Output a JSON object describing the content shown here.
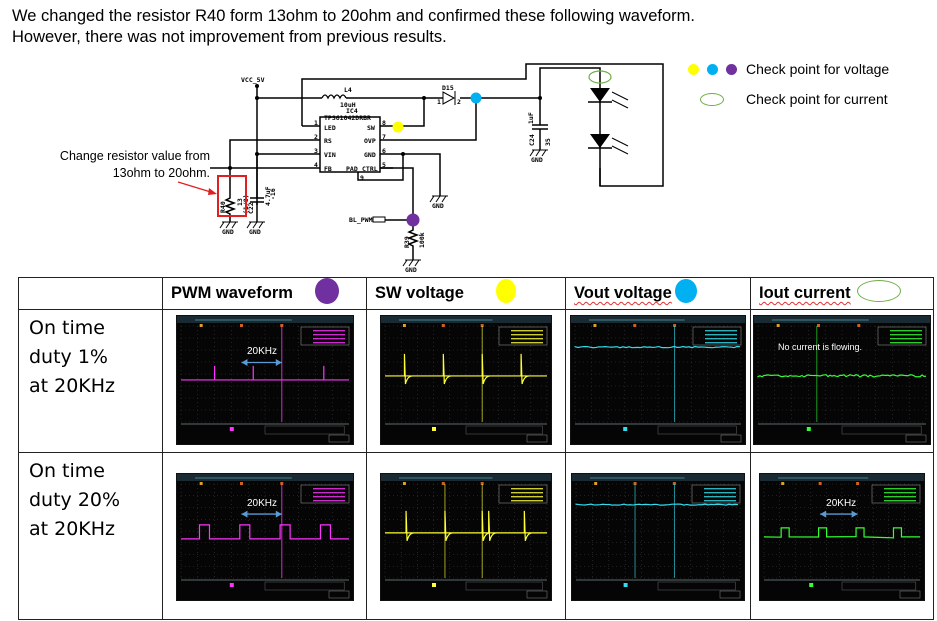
{
  "intro": {
    "line1": "We changed the resistor R40 form 13ohm to 20ohm and confirmed these following waveform.",
    "line2": "However, there was not improvement from previous results."
  },
  "schematic": {
    "vcc_label": "VCC_5V",
    "inductor_ref": "L4",
    "inductor_value": "10uH",
    "ic_ref": "IC4",
    "ic_part": "TPS61042DRBR",
    "diode_ref": "D15",
    "diode_pin1": "1",
    "diode_pin2": "2",
    "ic_pins_left": [
      {
        "num": "1",
        "name": "LED"
      },
      {
        "num": "2",
        "name": "RS"
      },
      {
        "num": "3",
        "name": "VIN"
      },
      {
        "num": "4",
        "name": "FB"
      }
    ],
    "ic_pins_right": [
      {
        "num": "8",
        "name": "SW"
      },
      {
        "num": "7",
        "name": "OVP"
      },
      {
        "num": "6",
        "name": "GND"
      },
      {
        "num": "5",
        "name": "CTRL"
      }
    ],
    "ic_pad": "PAD",
    "ic_pad_num": "9",
    "r40_ref": "R40",
    "r40_value": "13",
    "r40_tol": "(1/8)",
    "c22_ref": "C22",
    "c22_value": "4.7uF",
    "c22_volt": "-16",
    "c24_ref": "C24",
    "c24_value": "1uF",
    "c24_volt": "35",
    "r39_ref": "R39",
    "r39_value": "100k",
    "pwm_net": "BL_PWM",
    "gnd": "GND"
  },
  "annotation": {
    "line1": "Change resistor value from",
    "line2": "13ohm to 20ohm."
  },
  "legend": {
    "voltage_label": "Check point for voltage",
    "current_label": "Check point for current",
    "colors": {
      "yellow": "#ffff00",
      "blue": "#00b0f0",
      "purple": "#7030a0",
      "green": "#70ad47"
    }
  },
  "table": {
    "headers": [
      {
        "label": "",
        "marker": ""
      },
      {
        "label": "PWM waveform",
        "marker": "purple"
      },
      {
        "label": "SW voltage",
        "marker": "yellow"
      },
      {
        "label": "Vout voltage",
        "marker": "blue"
      },
      {
        "label": "Iout current",
        "marker": "ring"
      }
    ],
    "rows": [
      {
        "label_lines": [
          "On time",
          "duty 1%",
          "at 20KHz"
        ],
        "scopes": [
          {
            "channel": "PWM",
            "trace_color": "#ff33ff",
            "annotation": "20KHz",
            "shape": "pulse-narrow"
          },
          {
            "channel": "SW",
            "trace_color": "#ffff33",
            "annotation": "",
            "shape": "spikes"
          },
          {
            "channel": "Vout",
            "trace_color": "#33ddee",
            "annotation": "",
            "shape": "flat-high"
          },
          {
            "channel": "Iout",
            "trace_color": "#33ff33",
            "annotation": "No current is flowing.",
            "shape": "flat-noise"
          }
        ]
      },
      {
        "label_lines": [
          "On time",
          "duty 20%",
          "at 20KHz"
        ],
        "scopes": [
          {
            "channel": "PWM",
            "trace_color": "#ff33ff",
            "annotation": "20KHz",
            "shape": "pulse-wide"
          },
          {
            "channel": "SW",
            "trace_color": "#ffff33",
            "annotation": "",
            "shape": "spikes"
          },
          {
            "channel": "Vout",
            "trace_color": "#33ddee",
            "annotation": "",
            "shape": "flat-high"
          },
          {
            "channel": "Iout",
            "trace_color": "#33ff33",
            "annotation": "20KHz",
            "shape": "pulse-wide-noise"
          }
        ]
      }
    ]
  }
}
